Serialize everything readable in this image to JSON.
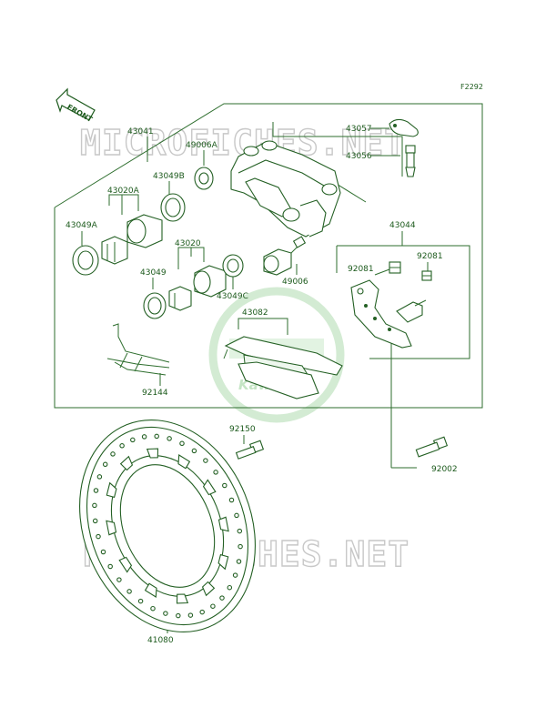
{
  "diagram_code": "F2292",
  "front_label": "FRONT",
  "watermark": {
    "text_top": "MICROFICHES.NET",
    "text_bottom": "MICROFICHES.NET",
    "logo_text": "Kawasaki"
  },
  "parts": {
    "p43041": "43041",
    "p43057": "43057",
    "p43056": "43056",
    "p49006A": "49006A",
    "p43049B": "43049B",
    "p43020A": "43020A",
    "p43049A": "43049A",
    "p43020": "43020",
    "p43049": "43049",
    "p43049C": "43049C",
    "p49006": "49006",
    "p43044": "43044",
    "p92081a": "92081",
    "p92081b": "92081",
    "p43082": "43082",
    "p92144": "92144",
    "p92150": "92150",
    "p92002": "92002",
    "p41080": "41080"
  },
  "colors": {
    "line": "#2e6e2e",
    "label": "#1c5a1c",
    "watermark": "#c8c8c8",
    "logo": "#bfe3bf"
  }
}
